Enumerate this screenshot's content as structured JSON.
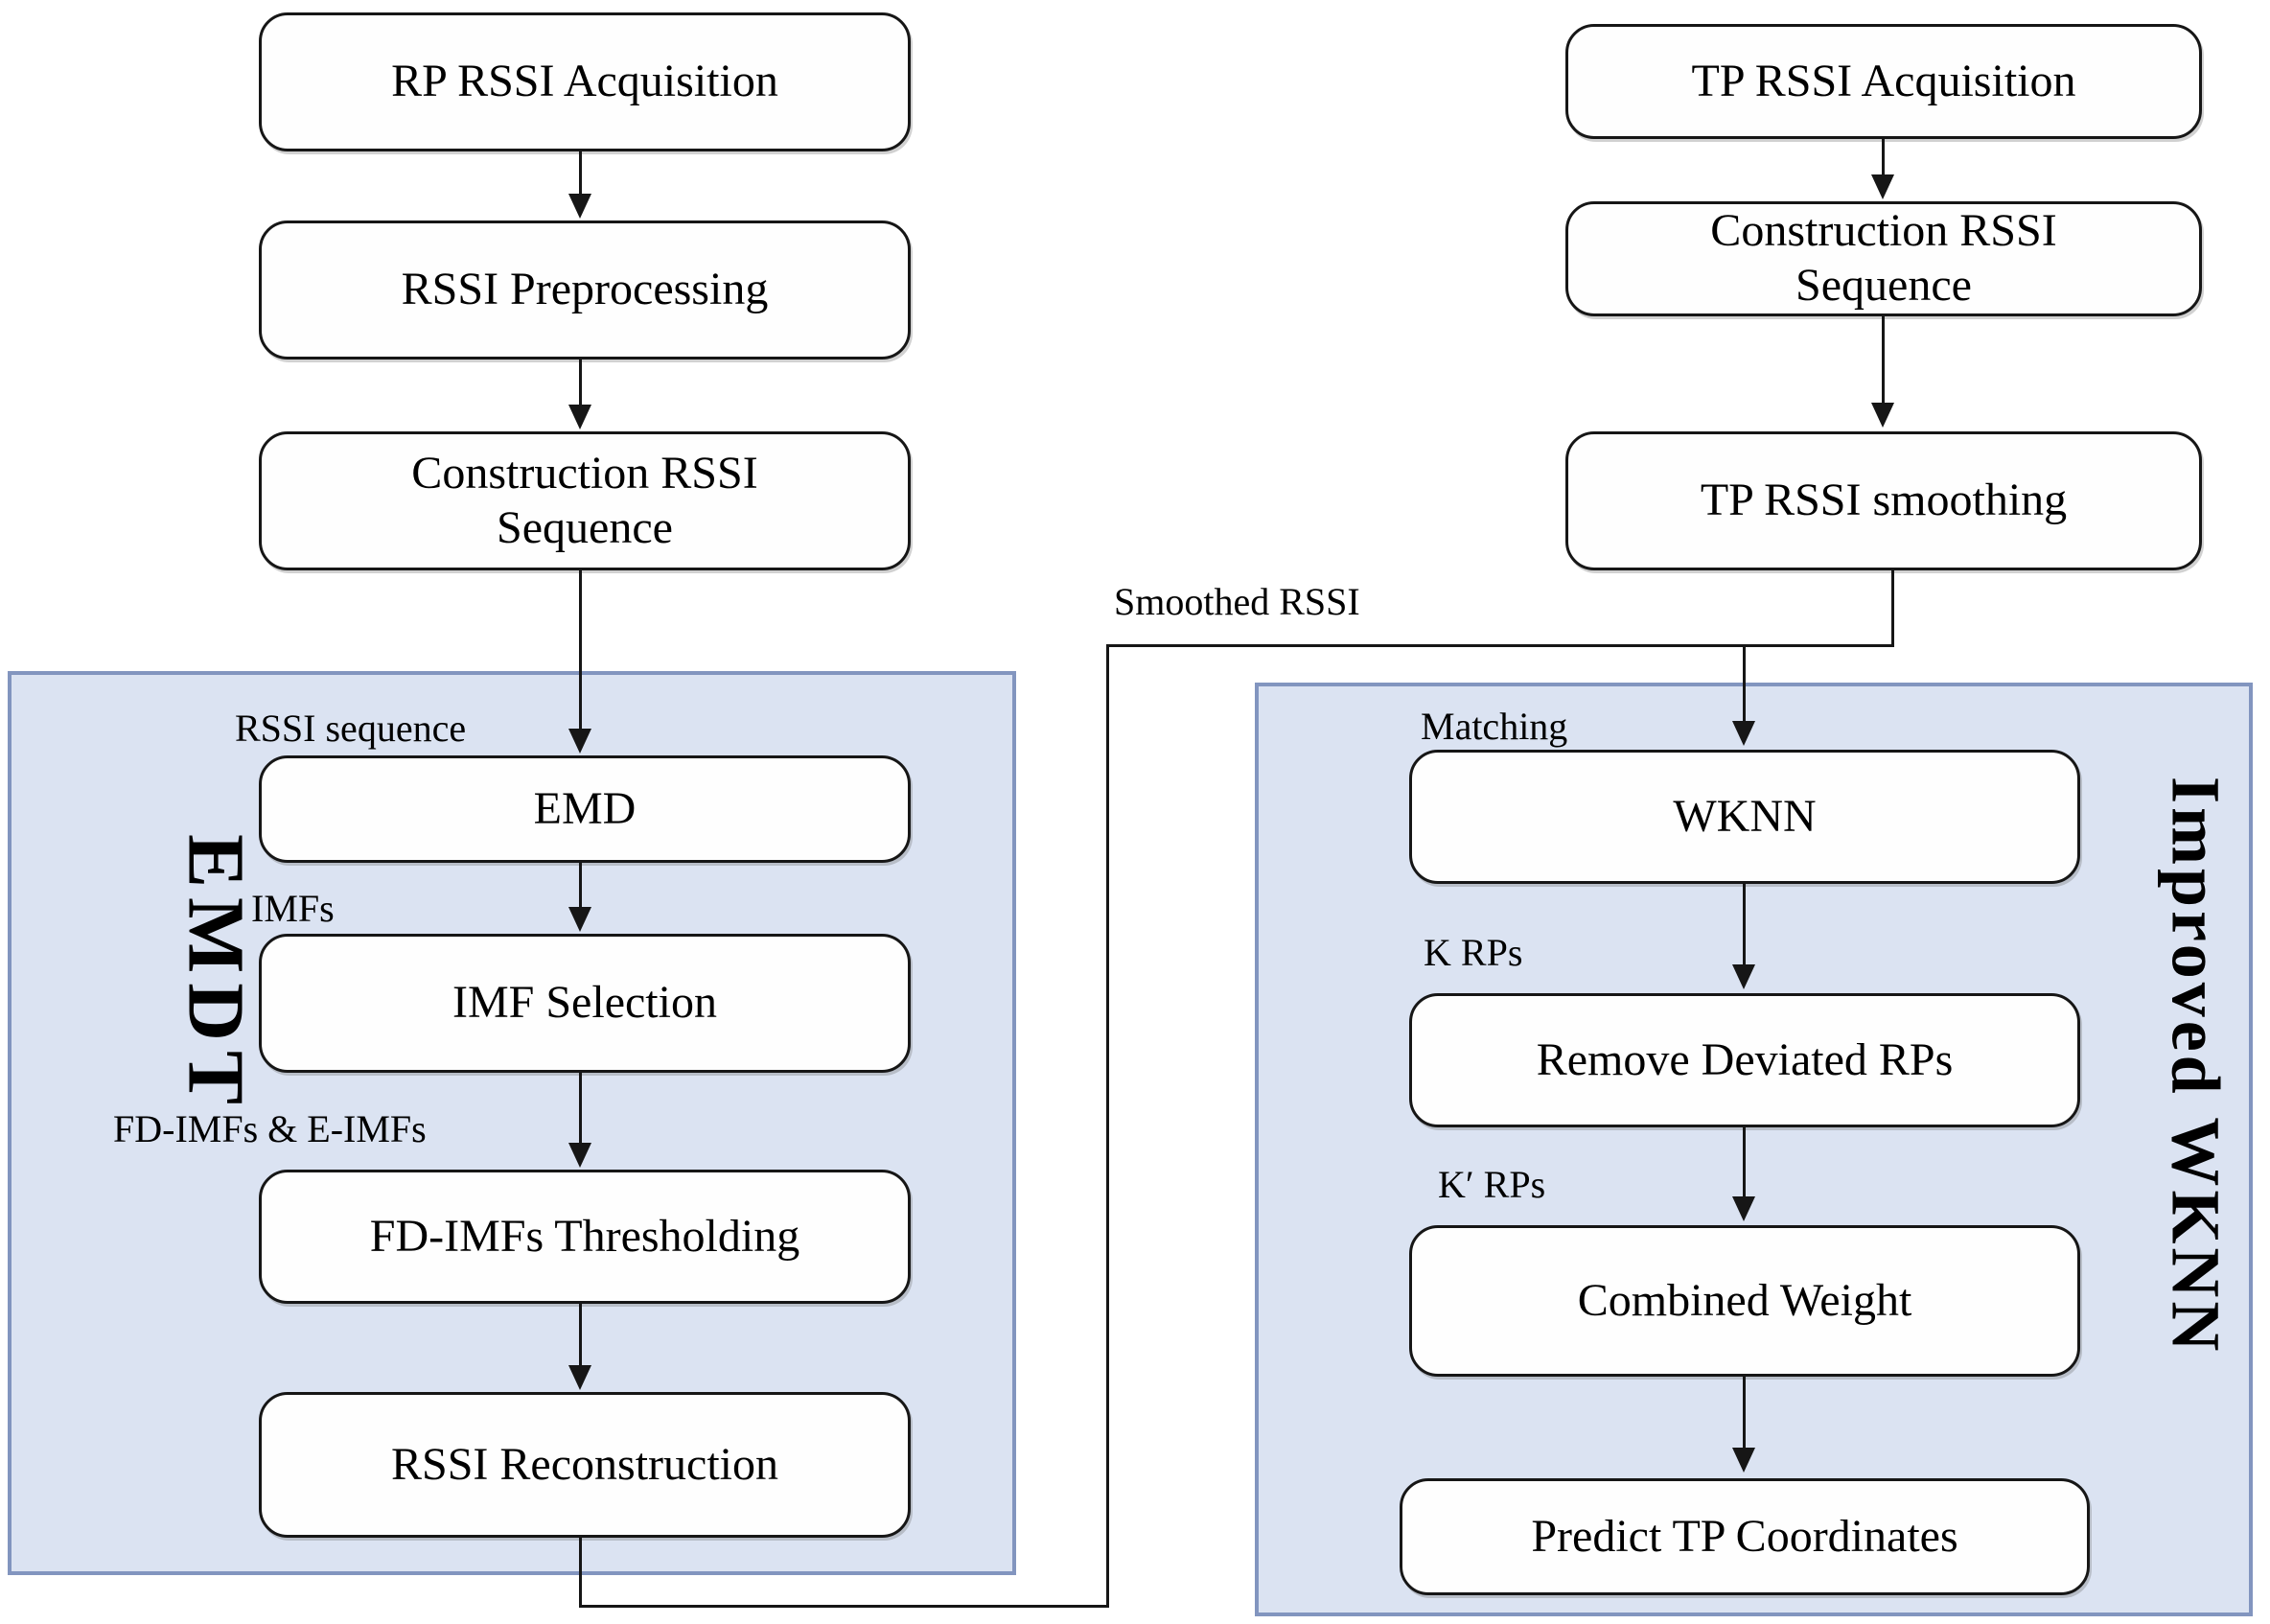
{
  "diagram": {
    "offline_flow": {
      "acquisition": "RP RSSI Acquisition",
      "preprocessing": "RSSI Preprocessing",
      "construction": "Construction RSSI Sequence"
    },
    "online_flow": {
      "acquisition": "TP RSSI Acquisition",
      "construction": "Construction RSSI Sequence",
      "smoothing": "TP RSSI smoothing"
    },
    "emdt": {
      "title": "EMDT",
      "input_label": "RSSI sequence",
      "emd": "EMD",
      "imfs_label": "IMFs",
      "imf_selection": "IMF Selection",
      "fd_label": "FD-IMFs & E-IMFs",
      "thresholding": "FD-IMFs Thresholding",
      "reconstruction": "RSSI Reconstruction"
    },
    "improved_wknn": {
      "title": "Improved WKNN",
      "matching_label": "Matching",
      "wknn": "WKNN",
      "k_label": "K RPs",
      "remove": "Remove Deviated RPs",
      "k_prime_label": "K′ RPs",
      "combined": "Combined Weight",
      "predict": "Predict TP Coordinates"
    },
    "smoothed_label": "Smoothed RSSI",
    "colors": {
      "panel_fill": "#dbe3f2",
      "panel_border": "#8295bf",
      "node_fill": "#fefefe",
      "line": "#161616"
    }
  }
}
